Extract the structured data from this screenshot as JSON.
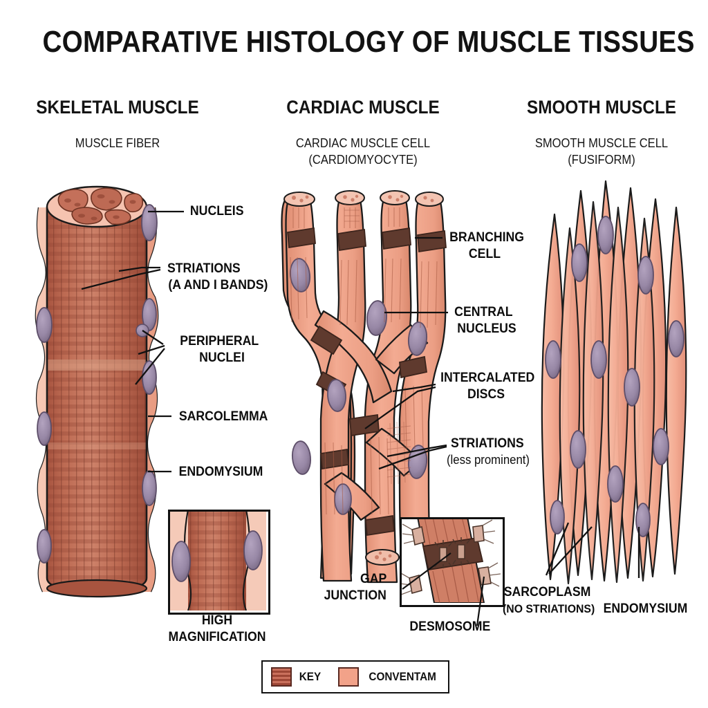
{
  "title": "COMPARATIVE HISTOLOGY OF MUSCLE TISSUES",
  "columns": [
    {
      "heading": "SKELETAL MUSCLE",
      "subheading_line1": "MUSCLE FIBER",
      "subheading_line2": ""
    },
    {
      "heading": "CARDIAC MUSCLE",
      "subheading_line1": "CARDIAC MUSCLE CELL",
      "subheading_line2": "(CARDIOMYOCYTE)"
    },
    {
      "heading": "SMOOTH MUSCLE",
      "subheading_line1": "SMOOTH MUSCLE CELL",
      "subheading_line2": "(FUSIFORM)"
    }
  ],
  "skeletal_labels": {
    "nucleis": "NUCLEIS",
    "striations_line1": "STRIATIONS",
    "striations_line2": "(A AND I BANDS)",
    "peripheral_line1": "PERIPHERAL",
    "peripheral_line2": "NUCLEI",
    "sarcolemma": "SARCOLEMMA",
    "endomysium": "ENDOMYSIUM",
    "inset_line1": "HIGH",
    "inset_line2": "MAGNIFICATION"
  },
  "cardiac_labels": {
    "branching_line1": "BRANCHING",
    "branching_line2": "CELL",
    "central_line1": "CENTRAL",
    "central_line2": "NUCLEUS",
    "intercalated_line1": "INTERCALATED",
    "intercalated_line2": "DISCS",
    "striations_line1": "STRIATIONS",
    "striations_line2": "(less prominent)",
    "gap_line1": "GAP",
    "gap_line2": "JUNCTION",
    "desmosome": "DESMOSOME"
  },
  "smooth_labels": {
    "sarcoplasm_line1": "SARCOPLASM",
    "sarcoplasm_line2": "(NO STRIATIONS)",
    "endomysium": "ENDOMYSIUM"
  },
  "legend": {
    "items": [
      {
        "label": "KEY",
        "swatch": "striated",
        "color": "#b35a45"
      },
      {
        "label": "CONVENTAM",
        "swatch": "solid",
        "color": "#f2a289"
      }
    ]
  },
  "palette": {
    "muscle_dark": "#b4614c",
    "muscle_mid": "#c8735c",
    "salmon": "#f0a289",
    "salmon_light": "#f7c4b1",
    "nucleus": "#9b8aa8",
    "nucleus_dark": "#7a6a8c",
    "disc": "#5f3a2e",
    "outline": "#1a1a1a"
  }
}
